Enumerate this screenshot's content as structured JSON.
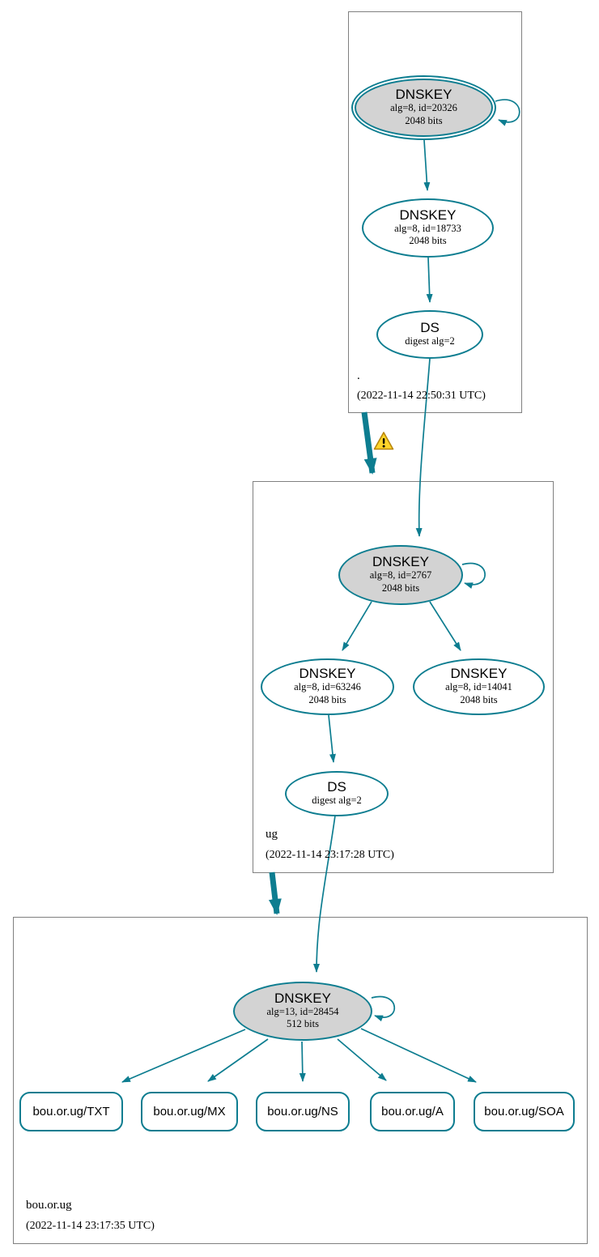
{
  "colors": {
    "edge_teal": "#0d7d90",
    "ksk_fill": "#d3d3d3",
    "node_border": "#0d7d90",
    "box_border": "#808080",
    "warning_fill": "#ffd42a",
    "warning_border": "#b8860b"
  },
  "zones": [
    {
      "name": ".",
      "timestamp": "(2022-11-14 22:50:31 UTC)"
    },
    {
      "name": "ug",
      "timestamp": "(2022-11-14 23:17:28 UTC)"
    },
    {
      "name": "bou.or.ug",
      "timestamp": "(2022-11-14 23:17:35 UTC)"
    }
  ],
  "nodes": {
    "root_ksk": {
      "title": "DNSKEY",
      "detail1": "alg=8, id=20326",
      "detail2": "2048 bits"
    },
    "root_zsk": {
      "title": "DNSKEY",
      "detail1": "alg=8, id=18733",
      "detail2": "2048 bits"
    },
    "root_ds": {
      "title": "DS",
      "detail1": "digest alg=2"
    },
    "ug_ksk": {
      "title": "DNSKEY",
      "detail1": "alg=8, id=2767",
      "detail2": "2048 bits"
    },
    "ug_zsk_left": {
      "title": "DNSKEY",
      "detail1": "alg=8, id=63246",
      "detail2": "2048 bits"
    },
    "ug_zsk_right": {
      "title": "DNSKEY",
      "detail1": "alg=8, id=14041",
      "detail2": "2048 bits"
    },
    "ug_ds": {
      "title": "DS",
      "detail1": "digest alg=2"
    },
    "bou_ksk": {
      "title": "DNSKEY",
      "detail1": "alg=13, id=28454",
      "detail2": "512 bits"
    },
    "rrsets": [
      {
        "label": "bou.or.ug/TXT"
      },
      {
        "label": "bou.or.ug/MX"
      },
      {
        "label": "bou.or.ug/NS"
      },
      {
        "label": "bou.or.ug/A"
      },
      {
        "label": "bou.or.ug/SOA"
      }
    ]
  }
}
